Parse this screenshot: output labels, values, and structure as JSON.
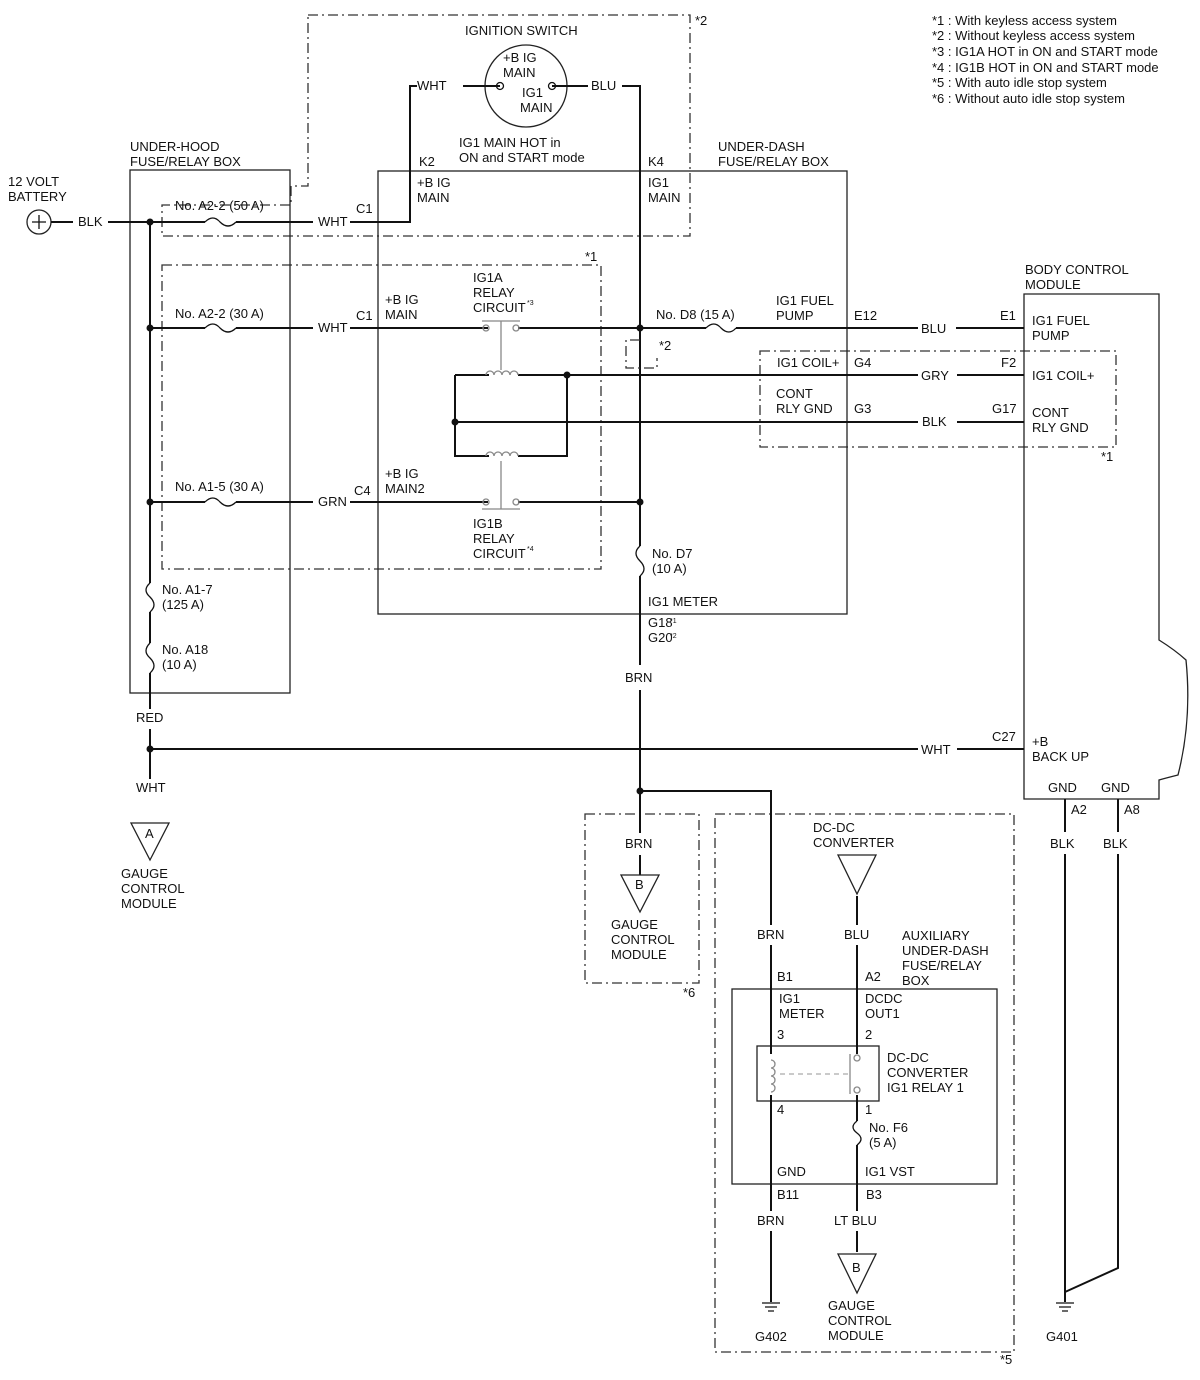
{
  "notes": [
    "*1 : With keyless access system",
    "*2 : Without keyless access system",
    "*3 : IG1A HOT in ON and START mode",
    "*4 : IG1B HOT in ON and START mode",
    "*5 : With auto idle stop system",
    "*6 : Without auto idle stop system"
  ],
  "ignition": {
    "title": "IGNITION SWITCH",
    "bigmain1": "+B IG",
    "bigmain2": "MAIN",
    "ig1main1": "IG1",
    "ig1main2": "MAIN",
    "note1": "IG1 MAIN HOT in",
    "note2": "ON and START mode",
    "wht": "WHT",
    "blu": "BLU"
  },
  "battery": {
    "line1": "12 VOLT",
    "line2": "BATTERY",
    "wire": "BLK"
  },
  "underhood": {
    "title1": "UNDER-HOOD",
    "title2": "FUSE/RELAY BOX",
    "fuse1": "No. A2-2 (50 A)",
    "fuse2": "No. A2-2 (30 A)",
    "fuse3": "No. A1-5 (30 A)",
    "fuse4a": "No. A1-7",
    "fuse4b": "(125 A)",
    "fuse5a": "No. A18",
    "fuse5b": "(10 A)"
  },
  "underdash": {
    "title1": "UNDER-DASH",
    "title2": "FUSE/RELAY BOX",
    "k2": "K2",
    "k2a": "+B IG",
    "k2b": "MAIN",
    "k4": "K4",
    "k4a": "IG1",
    "k4b": "MAIN",
    "c1a": "C1",
    "wht1": "WHT",
    "c1b": "C1",
    "wht2": "WHT",
    "bigmain_a": "+B IG",
    "bigmain_b": "MAIN",
    "c4": "C4",
    "grn": "GRN",
    "bigmain2_a": "+B IG",
    "bigmain2_b": "MAIN2",
    "ig1a_1": "IG1A",
    "ig1a_2": "RELAY",
    "ig1a_3": "CIRCUIT",
    "ig1a_sup": "*3",
    "ig1b_1": "IG1B",
    "ig1b_2": "RELAY",
    "ig1b_3": "CIRCUIT",
    "ig1b_sup": "*4",
    "fuse_d8": "No. D8 (15 A)",
    "ig1fuel_a": "IG1 FUEL",
    "ig1fuel_b": "PUMP",
    "e12": "E12",
    "ig1coil": "IG1 COIL+",
    "g4": "G4",
    "cont_a": "CONT",
    "cont_b": "RLY GND",
    "g3": "G3",
    "fuse_d7a": "No. D7",
    "fuse_d7b": "(10 A)",
    "ig1meter": "IG1 METER",
    "g18": "G18",
    "g18sup": "*1",
    "g20": "G20",
    "g20sup": "*2"
  },
  "bcm": {
    "title1": "BODY CONTROL",
    "title2": "MODULE",
    "blu": "BLU",
    "e1": "E1",
    "pump_a": "IG1 FUEL",
    "pump_b": "PUMP",
    "gry": "GRY",
    "f2": "F2",
    "coil": "IG1 COIL+",
    "blk": "BLK",
    "g17": "G17",
    "cont_a": "CONT",
    "cont_b": "RLY GND",
    "wht": "WHT",
    "c27": "C27",
    "backup_a": "+B",
    "backup_b": "BACK UP",
    "gnd1": "GND",
    "gnd2": "GND",
    "a2": "A2",
    "a8": "A8",
    "blk1": "BLK",
    "blk2": "BLK",
    "g401": "G401"
  },
  "marks": {
    "s1": "*1",
    "s2": "*2",
    "s5": "*5",
    "s6": "*6"
  },
  "lower": {
    "red": "RED",
    "wht": "WHT",
    "brn": "BRN",
    "conn_a": "A",
    "conn_b": "B",
    "gcm1": "GAUGE",
    "gcm2": "CONTROL",
    "gcm3": "MODULE"
  },
  "aux": {
    "dcdc1": "DC-DC",
    "dcdc2": "CONVERTER",
    "title1": "AUXILIARY",
    "title2": "UNDER-DASH",
    "title3": "FUSE/RELAY",
    "title4": "BOX",
    "brn": "BRN",
    "blu": "BLU",
    "b1": "B1",
    "a2": "A2",
    "meter1": "IG1",
    "meter2": "METER",
    "dcdcout1": "DCDC",
    "dcdcout2": "OUT1",
    "p3": "3",
    "p2": "2",
    "p4": "4",
    "p1": "1",
    "relay1": "DC-DC",
    "relay2": "CONVERTER",
    "relay3": "IG1 RELAY 1",
    "f6a": "No. F6",
    "f6b": "(5 A)",
    "gnd": "GND",
    "ig1vst": "IG1 VST",
    "b11": "B11",
    "b3": "B3",
    "brn2": "BRN",
    "ltblu": "LT BLU",
    "g402": "G402"
  }
}
